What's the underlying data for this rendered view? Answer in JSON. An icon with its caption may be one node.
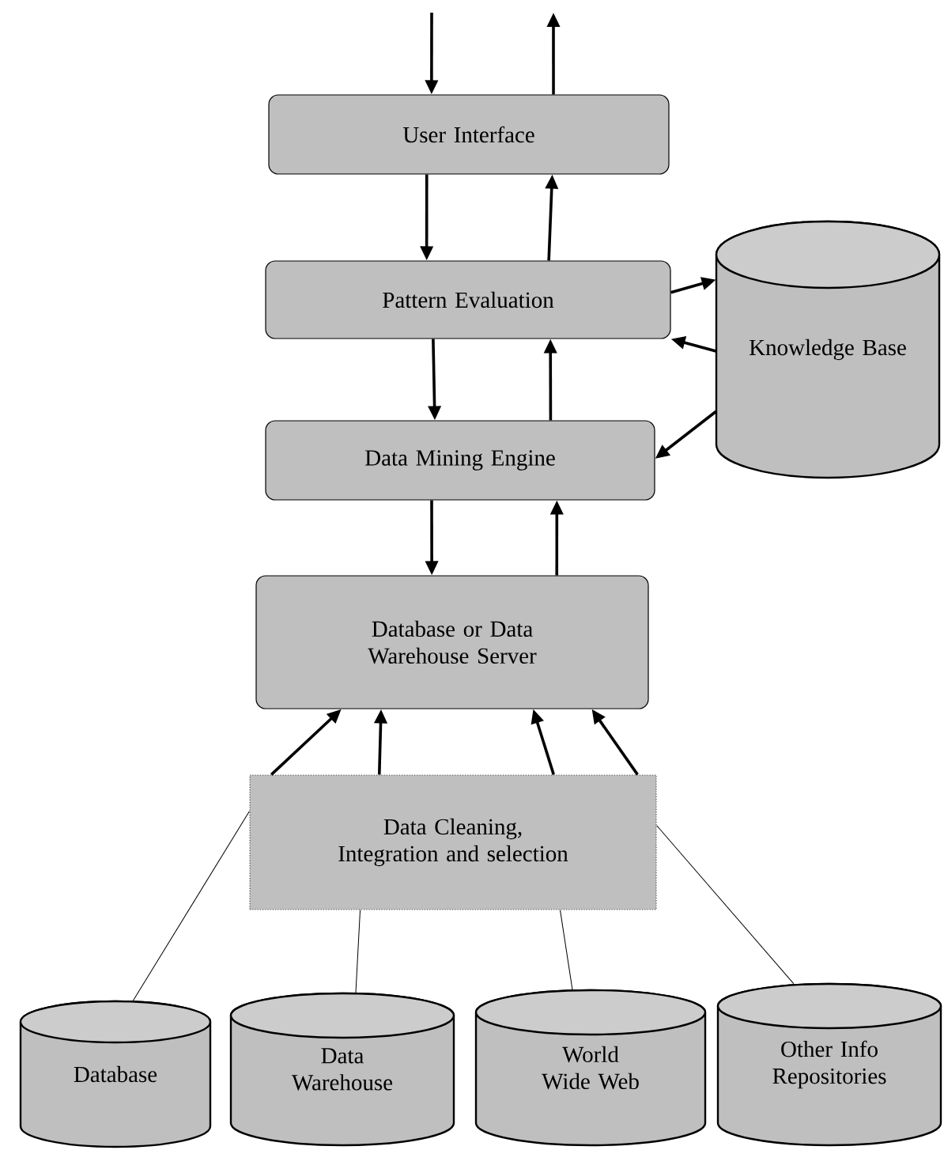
{
  "diagram": {
    "nodes": [
      {
        "text": [
          "User Interface"
        ]
      },
      {
        "text": [
          "Pattern Evaluation"
        ]
      },
      {
        "text": [
          "Data Mining Engine"
        ]
      },
      {
        "text": [
          "Database or Data Warehouse Server"
        ]
      },
      {
        "text": [
          "Data Cleaning, Integration and selection"
        ]
      },
      {
        "text": [
          "Knowledge Base"
        ]
      },
      {
        "text": [
          "Database"
        ]
      },
      {
        "text": [
          "Data Warehouse"
        ]
      },
      {
        "text": [
          "World Wide Web"
        ]
      },
      {
        "text": [
          "Other Info Repositories"
        ]
      }
    ],
    "edges": [
      {
        "from": null,
        "to": 0,
        "arrow": "to"
      },
      {
        "from": 0,
        "to": null,
        "arrow": "to"
      },
      {
        "from": 0,
        "to": 1,
        "arrow": "to"
      },
      {
        "from": 1,
        "to": 0,
        "arrow": "to"
      },
      {
        "from": 1,
        "to": 2,
        "arrow": "to"
      },
      {
        "from": 2,
        "to": 1,
        "arrow": "to"
      },
      {
        "from": 1,
        "to": 5,
        "arrow": "to"
      },
      {
        "from": 5,
        "to": 1,
        "arrow": "to"
      },
      {
        "from": 5,
        "to": 2,
        "arrow": "to"
      },
      {
        "from": 2,
        "to": 3,
        "arrow": "to"
      },
      {
        "from": 3,
        "to": 2,
        "arrow": "to"
      },
      {
        "from": 4,
        "to": 3,
        "arrow": "to"
      },
      {
        "from": 4,
        "to": 3,
        "arrow": "to"
      },
      {
        "from": 4,
        "to": 3,
        "arrow": "to"
      },
      {
        "from": 4,
        "to": 3,
        "arrow": "to"
      },
      {
        "from": 6,
        "to": 4,
        "arrow": "none"
      },
      {
        "from": 7,
        "to": 4,
        "arrow": "none"
      },
      {
        "from": 8,
        "to": 4,
        "arrow": "none"
      },
      {
        "from": 9,
        "to": 4,
        "arrow": "none"
      }
    ]
  }
}
